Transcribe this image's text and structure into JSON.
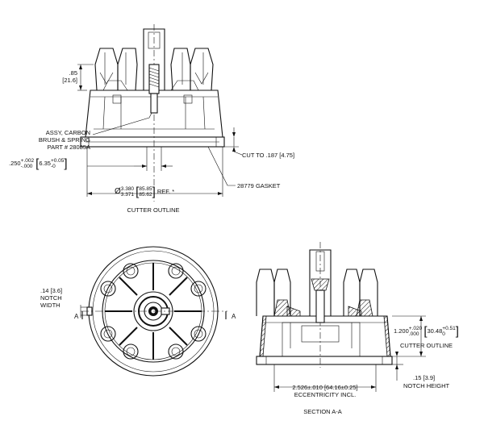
{
  "views": {
    "top_view": {
      "dim_height": ".85",
      "dim_height_mm": "[21.6]",
      "carbon_label_1": "ASSY, CARBON",
      "carbon_label_2": "BRUSH & SPRING",
      "carbon_label_3": "PART # 28085A",
      "cut_label": "CUT TO .187 [4.75]",
      "gasket_label": "28779 GASKET",
      "tol_in_base": ".250",
      "tol_in_upper": "+.002",
      "tol_in_lower": "-.000",
      "tol_mm_base": "6.35",
      "tol_mm_upper": "+0.05",
      "tol_mm_lower": "-0",
      "dia_symbol": "Ø",
      "dia_in_upper": "3.380",
      "dia_in_lower": "3.371",
      "dia_mm_upper": "85.85",
      "dia_mm_lower": "85.62",
      "dia_ref": "REF.",
      "dia_star": "*",
      "caption": "CUTTER OUTLINE"
    },
    "plan_view": {
      "notch_width_1": ".14 [3.6]",
      "notch_width_2": "NOTCH",
      "notch_width_3": "WIDTH",
      "section_left": "A",
      "section_right": "A"
    },
    "section_view": {
      "height_in": "1.200",
      "height_in_upper": "+.020",
      "height_in_lower": ".000",
      "height_mm": "30.48",
      "height_mm_upper": "+0.51",
      "height_mm_lower": "0",
      "height_caption": "CUTTER OUTLINE",
      "notch_height_1": ".15 [3.9]",
      "notch_height_2": "NOTCH HEIGHT",
      "ecc_1": "2.526±.010 [64.16±0.25]",
      "ecc_2": "ECCENTRICITY INCL.",
      "caption": "SECTION A-A"
    }
  }
}
